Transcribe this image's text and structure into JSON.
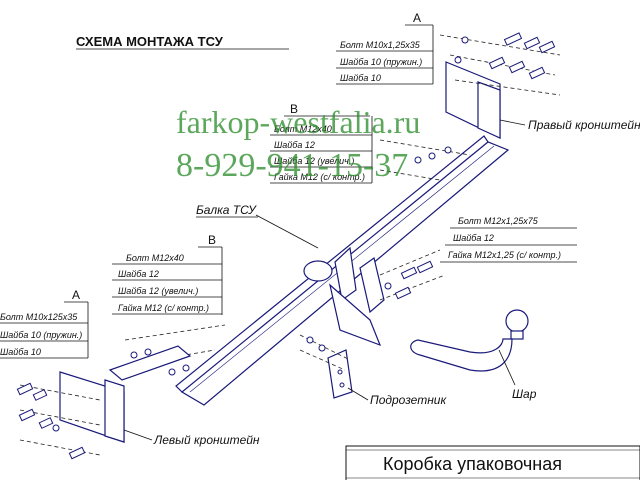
{
  "title": "СХЕМА МОНТАЖА ТСУ",
  "watermark": {
    "site": "farkop-westfalia.ru",
    "phone": "8-929-941-15-37",
    "color": "#2f8f2f"
  },
  "right_group": {
    "letter": "A",
    "items": [
      "Болт М10х1,25х35",
      "Шайба 10 (пружин.)",
      "Шайба 10"
    ]
  },
  "right_bracket_label": "Правый кронштейн",
  "mid_group": {
    "letter": "B",
    "items": [
      "Болт М12х40",
      "Шайба 12",
      "Шайба 12 (увелич.)",
      "Гайка М12 (с/ контр.)"
    ]
  },
  "beam_label": "Балка ТСУ",
  "ball_group": {
    "items": [
      "Болт М12х1,25х75",
      "Шайба 12",
      "Гайка М12х1,25 (с/ контр.)"
    ]
  },
  "left_b_group": {
    "letter": "B",
    "items": [
      "Болт М12х40",
      "Шайба 12",
      "Шайба 12 (увелич.)",
      "Гайка М12 (с/ контр.)"
    ]
  },
  "left_a_group": {
    "letter": "A",
    "items": [
      "Болт М10х125х35",
      "Шайба 10 (пружин.)",
      "Шайба 10"
    ]
  },
  "socket_label": "Подрозетник",
  "ball_label": "Шар",
  "left_bracket_label": "Левый кронштейн",
  "box_title": "Коробка упаковочная"
}
